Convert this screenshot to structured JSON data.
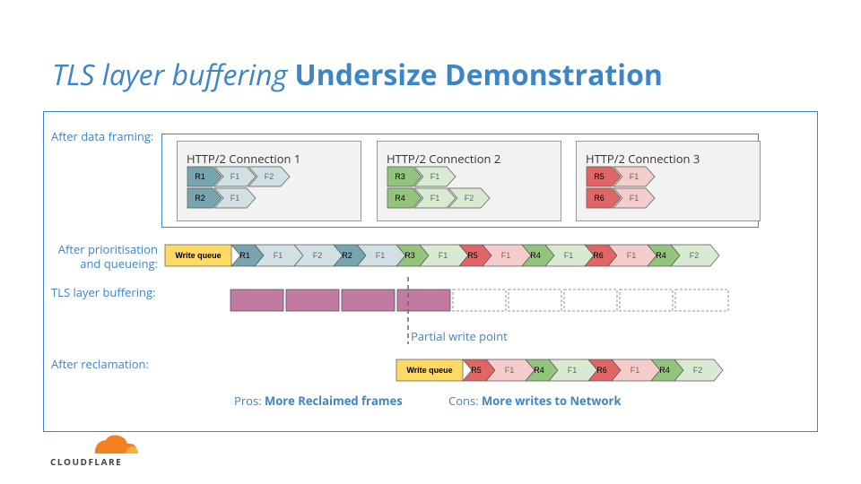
{
  "title": {
    "italic": "TLS layer buffering",
    "bold": "Undersize Demonstration"
  },
  "labels": {
    "after_framing": "After data framing:",
    "after_prioritisation_1": "After prioritisation",
    "after_prioritisation_2": "and queueing:",
    "tls_buffering": "TLS layer buffering:",
    "after_reclamation": "After reclamation:"
  },
  "connections": [
    {
      "title": "HTTP/2 Connection 1",
      "rows": [
        [
          "R1",
          "F1",
          "F2"
        ],
        [
          "R2",
          "F1"
        ]
      ],
      "color": "teal"
    },
    {
      "title": "HTTP/2 Connection 2",
      "rows": [
        [
          "R3",
          "F1"
        ],
        [
          "R4",
          "F1",
          "F2"
        ]
      ],
      "color": "green"
    },
    {
      "title": "HTTP/2 Connection 3",
      "rows": [
        [
          "R5",
          "F1"
        ],
        [
          "R6",
          "F1"
        ]
      ],
      "color": "red"
    }
  ],
  "queue": {
    "write_queue_label": "Write queue",
    "items": [
      {
        "t": "R1",
        "c": "teal",
        "k": "r"
      },
      {
        "t": "F1",
        "c": "teal",
        "k": "f"
      },
      {
        "t": "F2",
        "c": "teal",
        "k": "f"
      },
      {
        "t": "R2",
        "c": "teal",
        "k": "r"
      },
      {
        "t": "F1",
        "c": "teal",
        "k": "f"
      },
      {
        "t": "R3",
        "c": "green",
        "k": "r"
      },
      {
        "t": "F1",
        "c": "green",
        "k": "f"
      },
      {
        "t": "R5",
        "c": "red",
        "k": "r"
      },
      {
        "t": "F1",
        "c": "red",
        "k": "f"
      },
      {
        "t": "R4",
        "c": "green",
        "k": "r"
      },
      {
        "t": "F1",
        "c": "green",
        "k": "f"
      },
      {
        "t": "R6",
        "c": "red",
        "k": "r"
      },
      {
        "t": "F1",
        "c": "red",
        "k": "f"
      },
      {
        "t": "R4",
        "c": "green",
        "k": "r"
      },
      {
        "t": "F2",
        "c": "green",
        "k": "f"
      }
    ]
  },
  "tls": {
    "filled": 4,
    "empty": 5
  },
  "partial_write_label": "Partial write point",
  "reclaimed": {
    "write_queue_label": "Write queue",
    "items": [
      {
        "t": "R5",
        "c": "red",
        "k": "r"
      },
      {
        "t": "F1",
        "c": "red",
        "k": "f"
      },
      {
        "t": "R4",
        "c": "green",
        "k": "r"
      },
      {
        "t": "F1",
        "c": "green",
        "k": "f"
      },
      {
        "t": "R6",
        "c": "red",
        "k": "r"
      },
      {
        "t": "F1",
        "c": "red",
        "k": "f"
      },
      {
        "t": "R4",
        "c": "green",
        "k": "r"
      },
      {
        "t": "F2",
        "c": "green",
        "k": "f"
      }
    ]
  },
  "notes": {
    "pros_label": "Pros:",
    "pros_value": "More Reclaimed frames",
    "cons_label": "Cons:",
    "cons_value": "More writes to Network"
  },
  "colors": {
    "teal_r": "#76a5af",
    "teal_f": "#d0e0e3",
    "green_r": "#93c47d",
    "green_f": "#d9ead3",
    "red_r": "#e06666",
    "red_f": "#f4cccc",
    "write_queue": "#ffd966",
    "tls_fill": "#c27ba0",
    "accent": "#3d85c6"
  },
  "logo": {
    "text": "CLOUDFLARE",
    "icon": "cloud-icon"
  }
}
